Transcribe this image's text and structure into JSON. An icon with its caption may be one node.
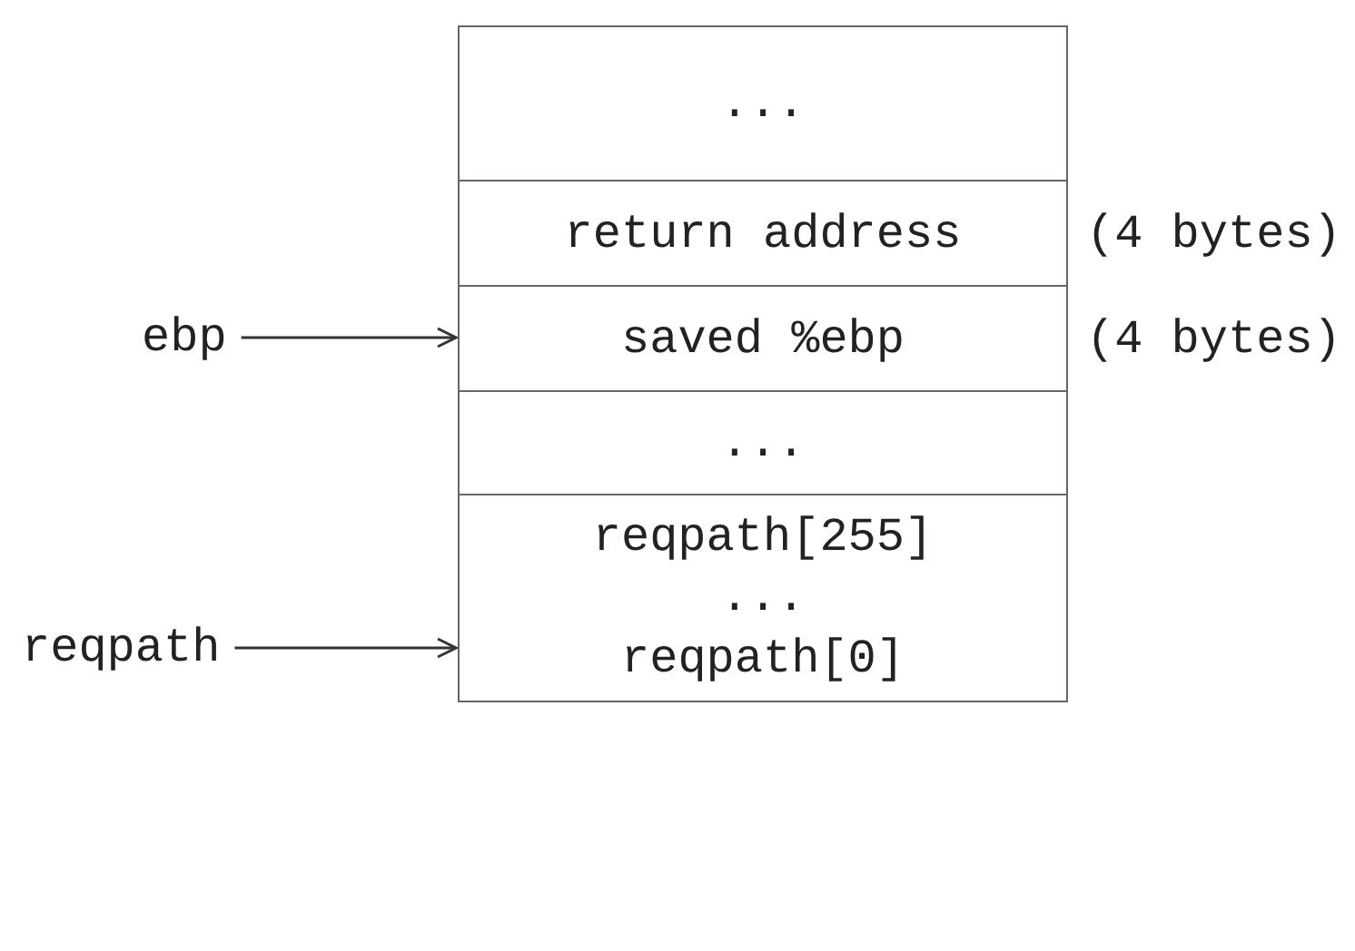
{
  "diagram": {
    "nodes": [
      {
        "text": [
          "..."
        ]
      },
      {
        "text": [
          "return address"
        ],
        "beside": [
          "(4 bytes)"
        ]
      },
      {
        "text": [
          "ebp"
        ]
      },
      {
        "text": [
          "saved %ebp"
        ],
        "beside": [
          "(4 bytes)"
        ]
      },
      {
        "text": [
          "..."
        ]
      },
      {
        "text": [
          "reqpath[255]",
          "...",
          "reqpath[0]"
        ]
      },
      {
        "text": [
          "reqpath"
        ]
      }
    ],
    "edges": [
      {
        "from": 2,
        "to": 3,
        "arrow": "to"
      },
      {
        "from": 6,
        "to": 5,
        "arrow": "to"
      }
    ]
  }
}
